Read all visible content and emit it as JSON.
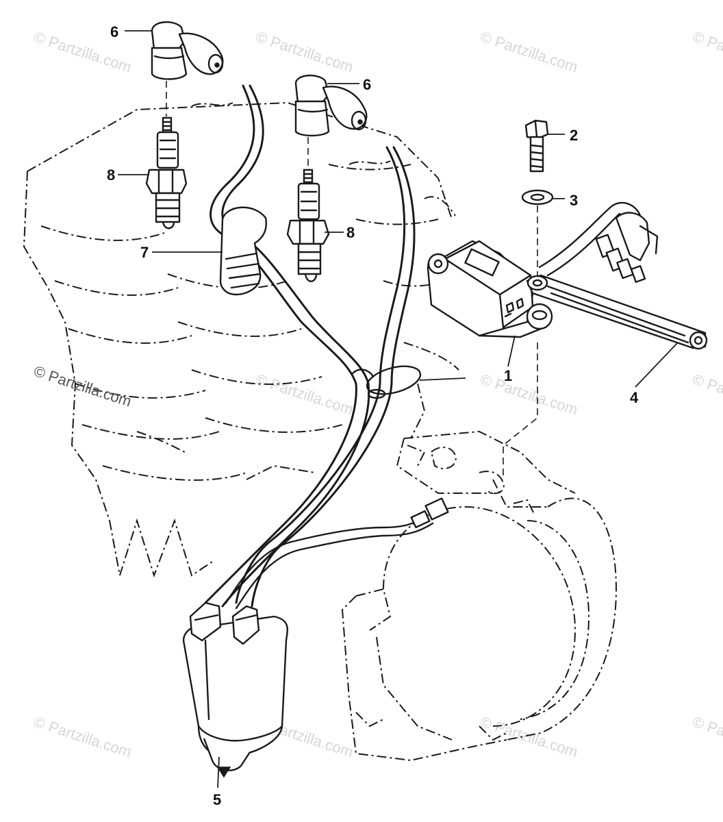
{
  "watermark": {
    "text": "© Partzilla.com"
  },
  "callouts": {
    "cdi_unit": "1",
    "bolt": "2",
    "washer": "3",
    "bracket": "4",
    "ignition_coil": "5",
    "spark_plug_cap_left": "6",
    "spark_plug_cap_right": "6",
    "wire_holder": "7",
    "spark_plug_left": "8",
    "spark_plug_right": "8"
  }
}
